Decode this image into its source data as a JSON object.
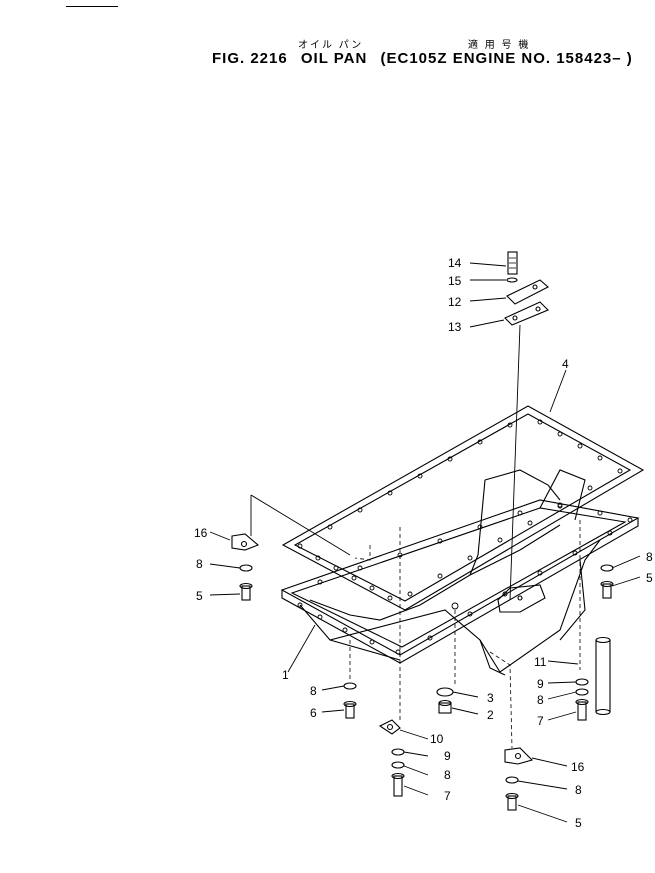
{
  "header": {
    "jp_part_name": "オイル パン",
    "jp_applicable": "適 用 号 機",
    "fig_no": "FIG. 2216",
    "part_name": "OIL PAN",
    "applicability": "(EC105Z ENGINE NO. 158423– )"
  },
  "callouts": [
    "1",
    "2",
    "3",
    "4",
    "5",
    "5",
    "5",
    "6",
    "7",
    "7",
    "8",
    "8",
    "8",
    "8",
    "8",
    "8",
    "9",
    "9",
    "10",
    "11",
    "12",
    "13",
    "14",
    "15",
    "16",
    "16"
  ]
}
